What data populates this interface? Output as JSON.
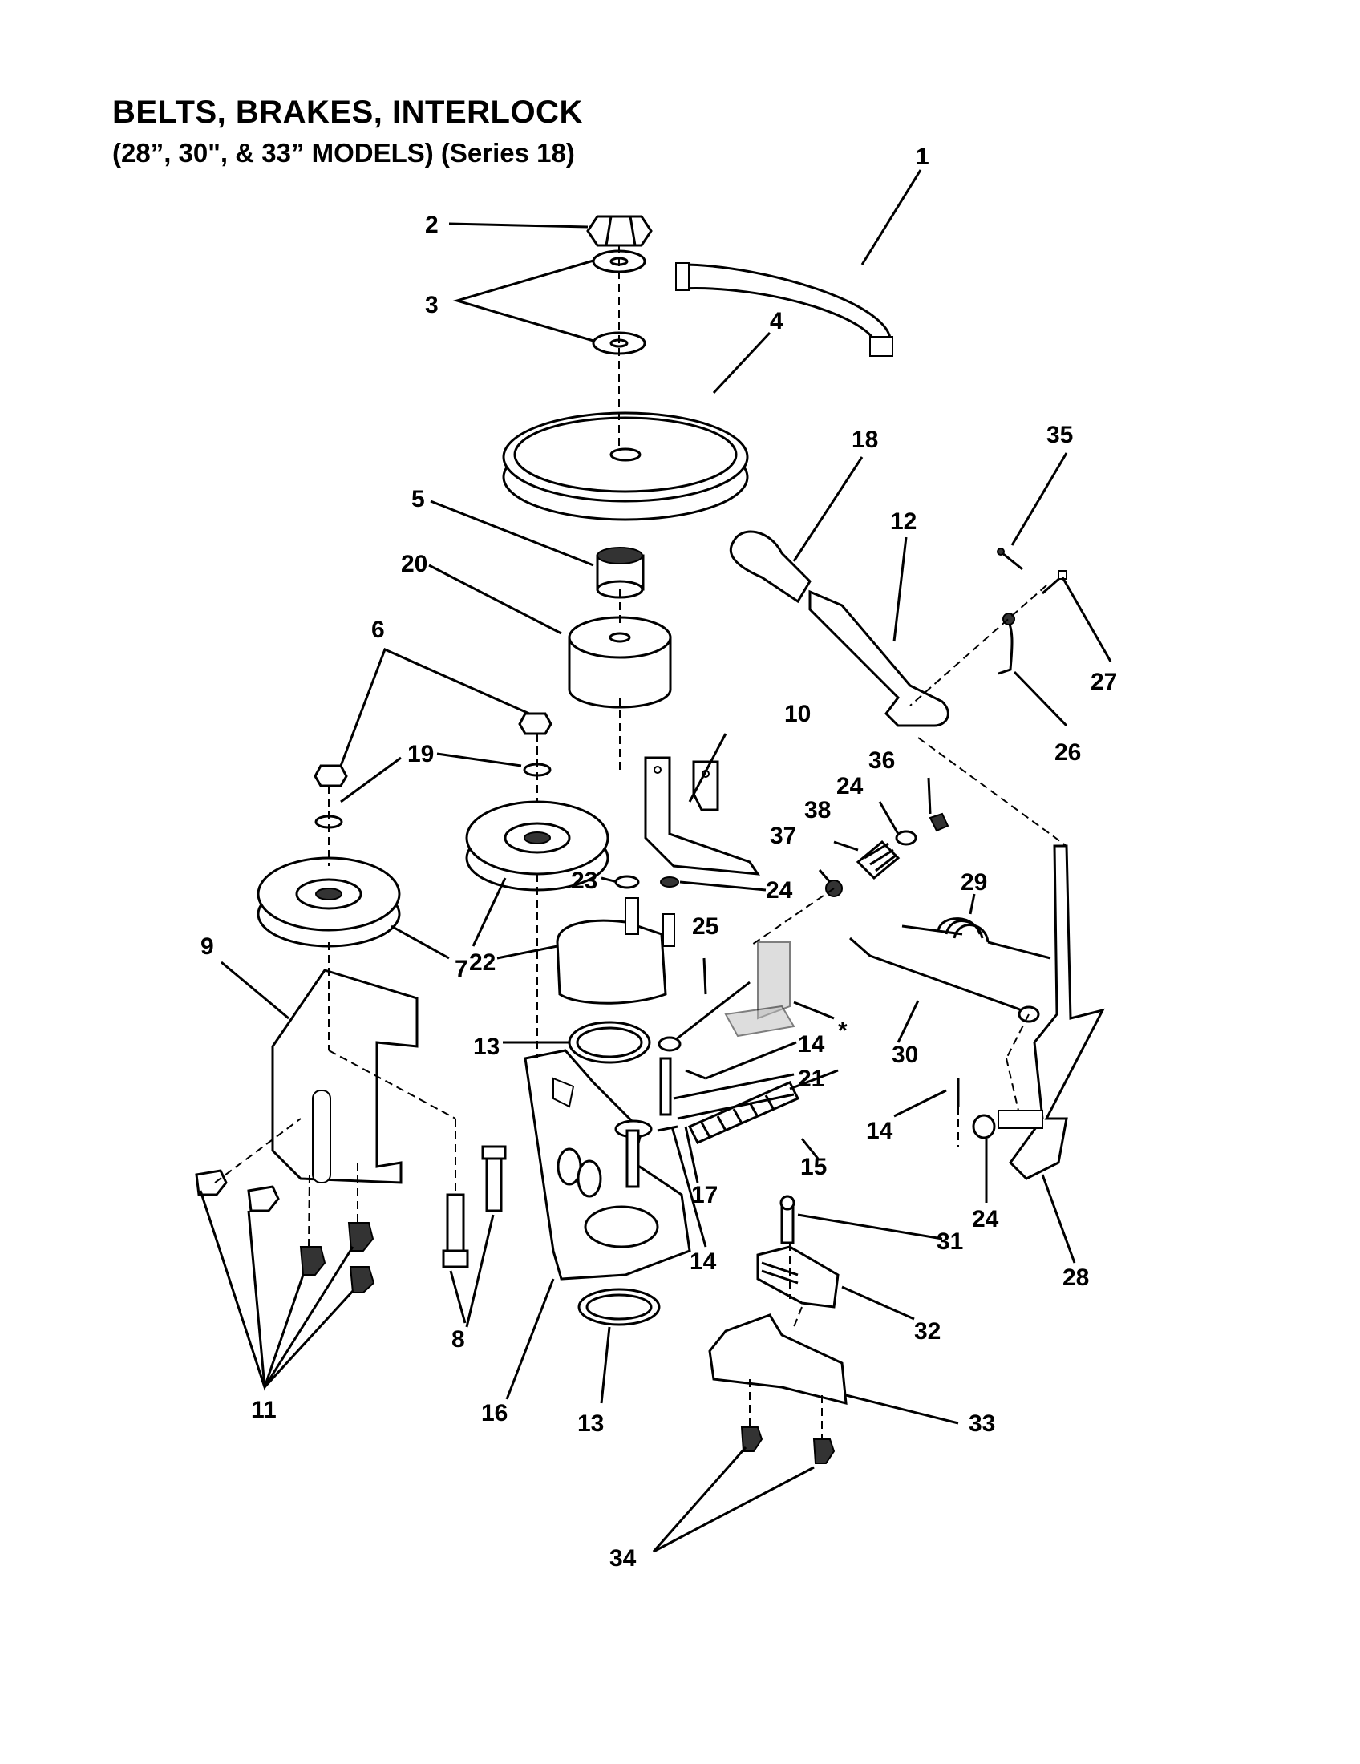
{
  "header": {
    "title": "BELTS, BRAKES, INTERLOCK",
    "subtitle": "(28”, 30\", & 33” MODELS) (Series 18)"
  },
  "callouts": {
    "c1": "1",
    "c2": "2",
    "c3": "3",
    "c4": "4",
    "c5": "5",
    "c6": "6",
    "c7": "7",
    "c8": "8",
    "c9": "9",
    "c10": "10",
    "c11": "11",
    "c12": "12",
    "c13a": "13",
    "c13b": "13",
    "c14a": "14",
    "c14b": "14",
    "c14c": "14",
    "c15": "15",
    "c16": "16",
    "c17": "17",
    "c18": "18",
    "c19": "19",
    "c20": "20",
    "c21": "21",
    "c22": "22",
    "c23": "23",
    "c24a": "24",
    "c24b": "24",
    "c24c": "24",
    "c25": "25",
    "c26": "26",
    "c27": "27",
    "c28": "28",
    "c29": "29",
    "c30": "30",
    "c31": "31",
    "c32": "32",
    "c33": "33",
    "c34": "34",
    "c35": "35",
    "c36": "36",
    "c37": "37",
    "c38": "38",
    "star": "*"
  }
}
